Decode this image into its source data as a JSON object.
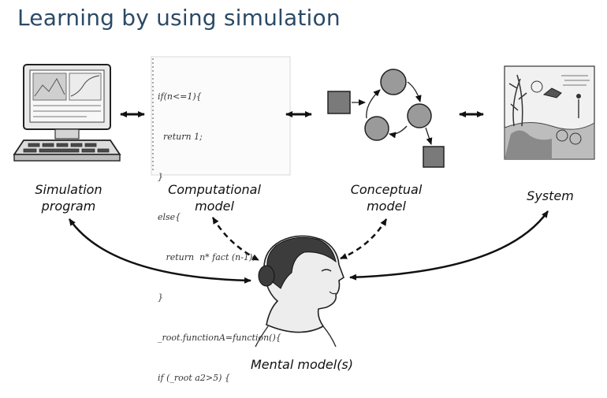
{
  "title": "Learning by using simulation",
  "labels": {
    "simulation_program": [
      "Simulation",
      "program"
    ],
    "computational_model": [
      "Computational",
      "model"
    ],
    "conceptual_model": [
      "Conceptual",
      "model"
    ],
    "system": "System",
    "mental_model": "Mental model(s)"
  },
  "code_lines": [
    "if(n<=1){",
    "  return 1;",
    "}",
    "else{",
    "   return  n* fact (n-1);",
    "}",
    "_root.functionA=function(){",
    "if (_root a2>5) {"
  ],
  "colors": {
    "title": "#2b4a66",
    "ink": "#111111"
  }
}
